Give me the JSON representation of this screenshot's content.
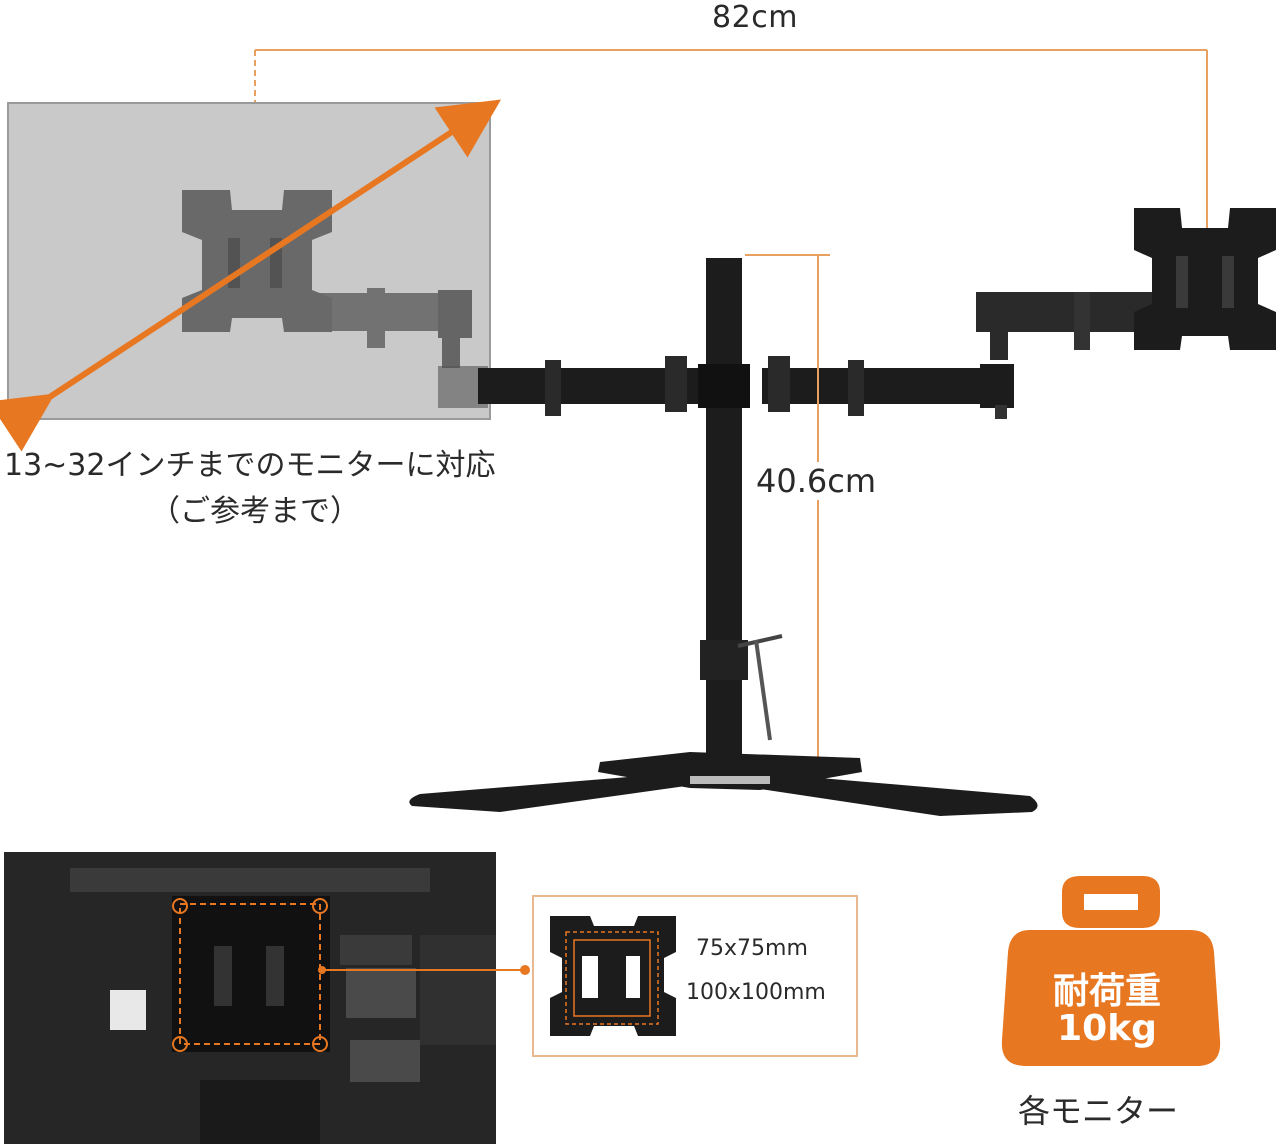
{
  "dimensions": {
    "width_label": "82cm",
    "height_label": "40.6cm"
  },
  "monitor_support": {
    "line1": "13~32インチまでのモニターに対応",
    "line2": "（ご参考まで）"
  },
  "vesa": {
    "size1": "75x75mm",
    "size2": "100x100mm"
  },
  "load": {
    "title": "耐荷重",
    "value": "10kg",
    "note": "各モニター"
  },
  "colors": {
    "accent": "#e87722",
    "stand": "#1c1c1c",
    "screen_overlay": "#c9c9c9"
  }
}
